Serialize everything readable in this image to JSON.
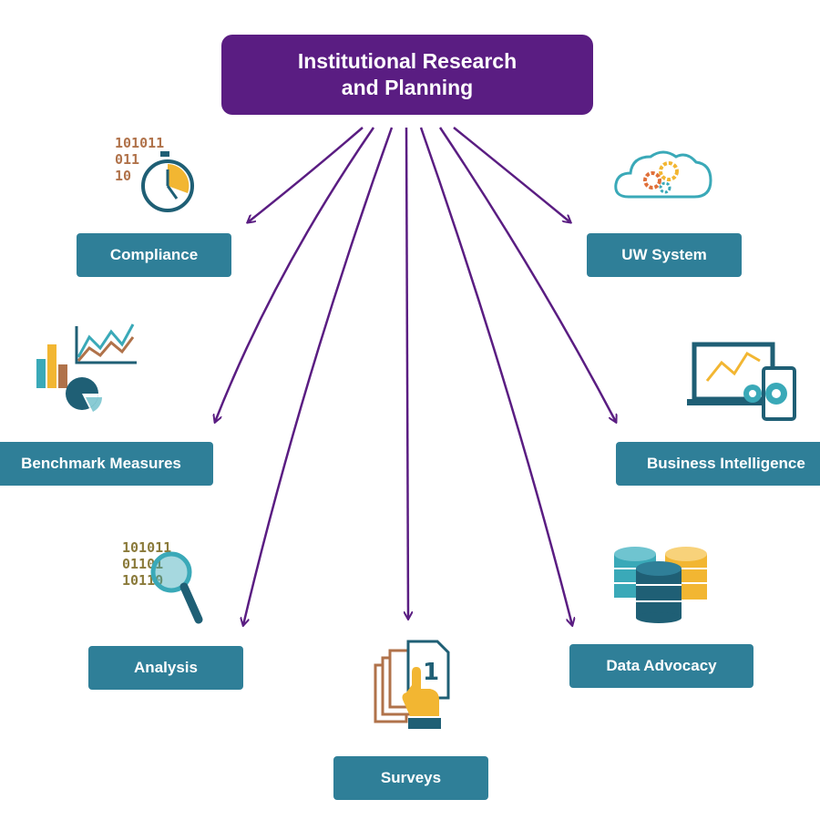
{
  "root": {
    "line1": "Institutional Research",
    "line2": "and Planning"
  },
  "nodes": {
    "compliance": "Compliance",
    "uw_system": "UW System",
    "benchmark": "Benchmark Measures",
    "business_intelligence": "Business Intelligence",
    "analysis": "Analysis",
    "data_advocacy": "Data Advocacy",
    "surveys": "Surveys"
  },
  "icons": {
    "compliance": "binary-stopwatch-icon",
    "uw_system": "cloud-gears-icon",
    "benchmark": "charts-icon",
    "business_intelligence": "laptop-tablet-chart-icon",
    "analysis": "binary-magnifier-icon",
    "data_advocacy": "database-stack-icon",
    "surveys": "documents-hand-icon"
  },
  "binary_text": {
    "compliance": [
      "101011",
      "011",
      "10"
    ],
    "analysis": [
      "101011",
      "01101",
      "10110"
    ],
    "survey_page": "1"
  },
  "colors": {
    "root": "#5a1d82",
    "arrow": "#5a1d82",
    "node": "#2f7f98",
    "icon_teal": "#3aa9b8",
    "icon_dark": "#1f5f75",
    "icon_gold": "#f2b632",
    "icon_brown": "#b0724a"
  }
}
